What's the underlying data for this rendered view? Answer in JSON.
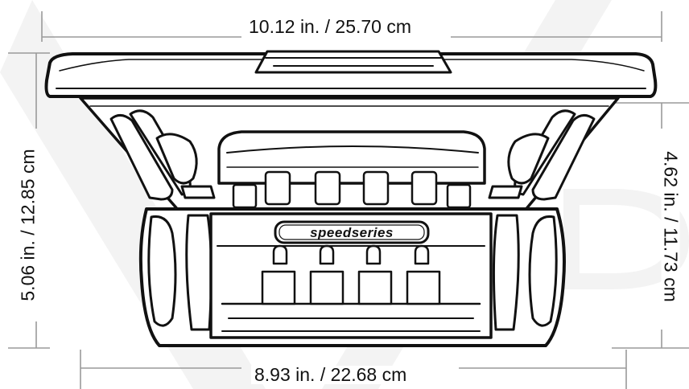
{
  "dimensions": {
    "overall_width": "10.12 in. / 25.70 cm",
    "overall_height": "5.06 in. / 12.85 cm",
    "mount_depth": "4.62 in. / 11.73 cm",
    "mount_width": "8.93 in. / 22.68  cm"
  },
  "brand": {
    "logo_text": "speedseries"
  },
  "colors": {
    "line": "#111111",
    "dimension_line": "#9a9a9a",
    "background": "#ffffff",
    "watermark": "#f2f2f2"
  }
}
